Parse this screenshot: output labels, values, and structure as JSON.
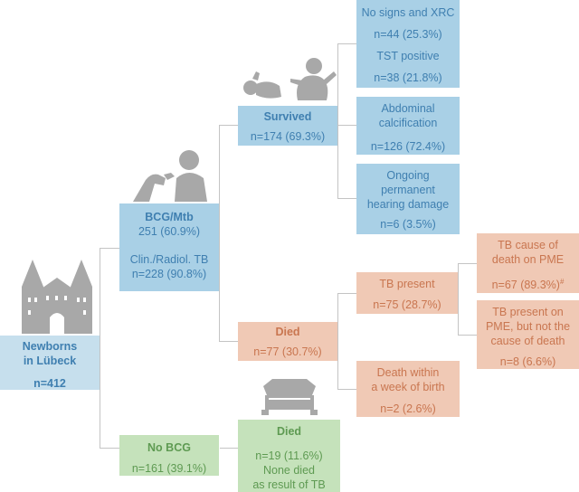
{
  "root": {
    "title_line1": "Newborns",
    "title_line2": "in Lübeck",
    "count": "n=412"
  },
  "bcg": {
    "title": "BCG/Mtb",
    "count": "251 (60.9%)",
    "sub_label": "Clin./Radiol. TB",
    "sub_count": "n=228 (90.8%)"
  },
  "no_bcg": {
    "title": "No BCG",
    "count": "n=161 (39.1%)"
  },
  "survived": {
    "title": "Survived",
    "count": "n=174 (69.3%)"
  },
  "died_bcg": {
    "title": "Died",
    "count": "n=77 (30.7%)"
  },
  "died_nobcg": {
    "title": "Died",
    "count": "n=19 (11.6%)",
    "note_line1": "None died",
    "note_line2": "as result of TB"
  },
  "no_signs": {
    "line1": "No signs and XRC",
    "count1": "n=44 (25.3%)",
    "line2": "TST positive",
    "count2": "n=38 (21.8%)"
  },
  "abdominal": {
    "line1": "Abdominal",
    "line2": "calcification",
    "count": "n=126 (72.4%)"
  },
  "hearing": {
    "line1": "Ongoing",
    "line2": "permanent",
    "line3": "hearing damage",
    "count": "n=6 (3.5%)"
  },
  "tb_present": {
    "title": "TB present",
    "count": "n=75 (28.7%)"
  },
  "death_week": {
    "line1": "Death within",
    "line2": "a week of birth",
    "count": "n=2 (2.6%)"
  },
  "tb_cause": {
    "line1": "TB cause of",
    "line2": "death on PME",
    "count": "n=67 (89.3%)",
    "mark": "#"
  },
  "tb_not_cause": {
    "line1": "TB present on",
    "line2": "PME, but not the",
    "line3": "cause of death",
    "count": "n=8 (6.6%)"
  },
  "colors": {
    "blue_box": "#a9d0e6",
    "blue_text": "#3f7fb0",
    "orange_box": "#f0c9b5",
    "orange_text": "#c97650",
    "green_box": "#c5e2bb",
    "green_text": "#5e9a52",
    "connector": "#c4c4c4",
    "silhouette": "#a8a8a8"
  }
}
